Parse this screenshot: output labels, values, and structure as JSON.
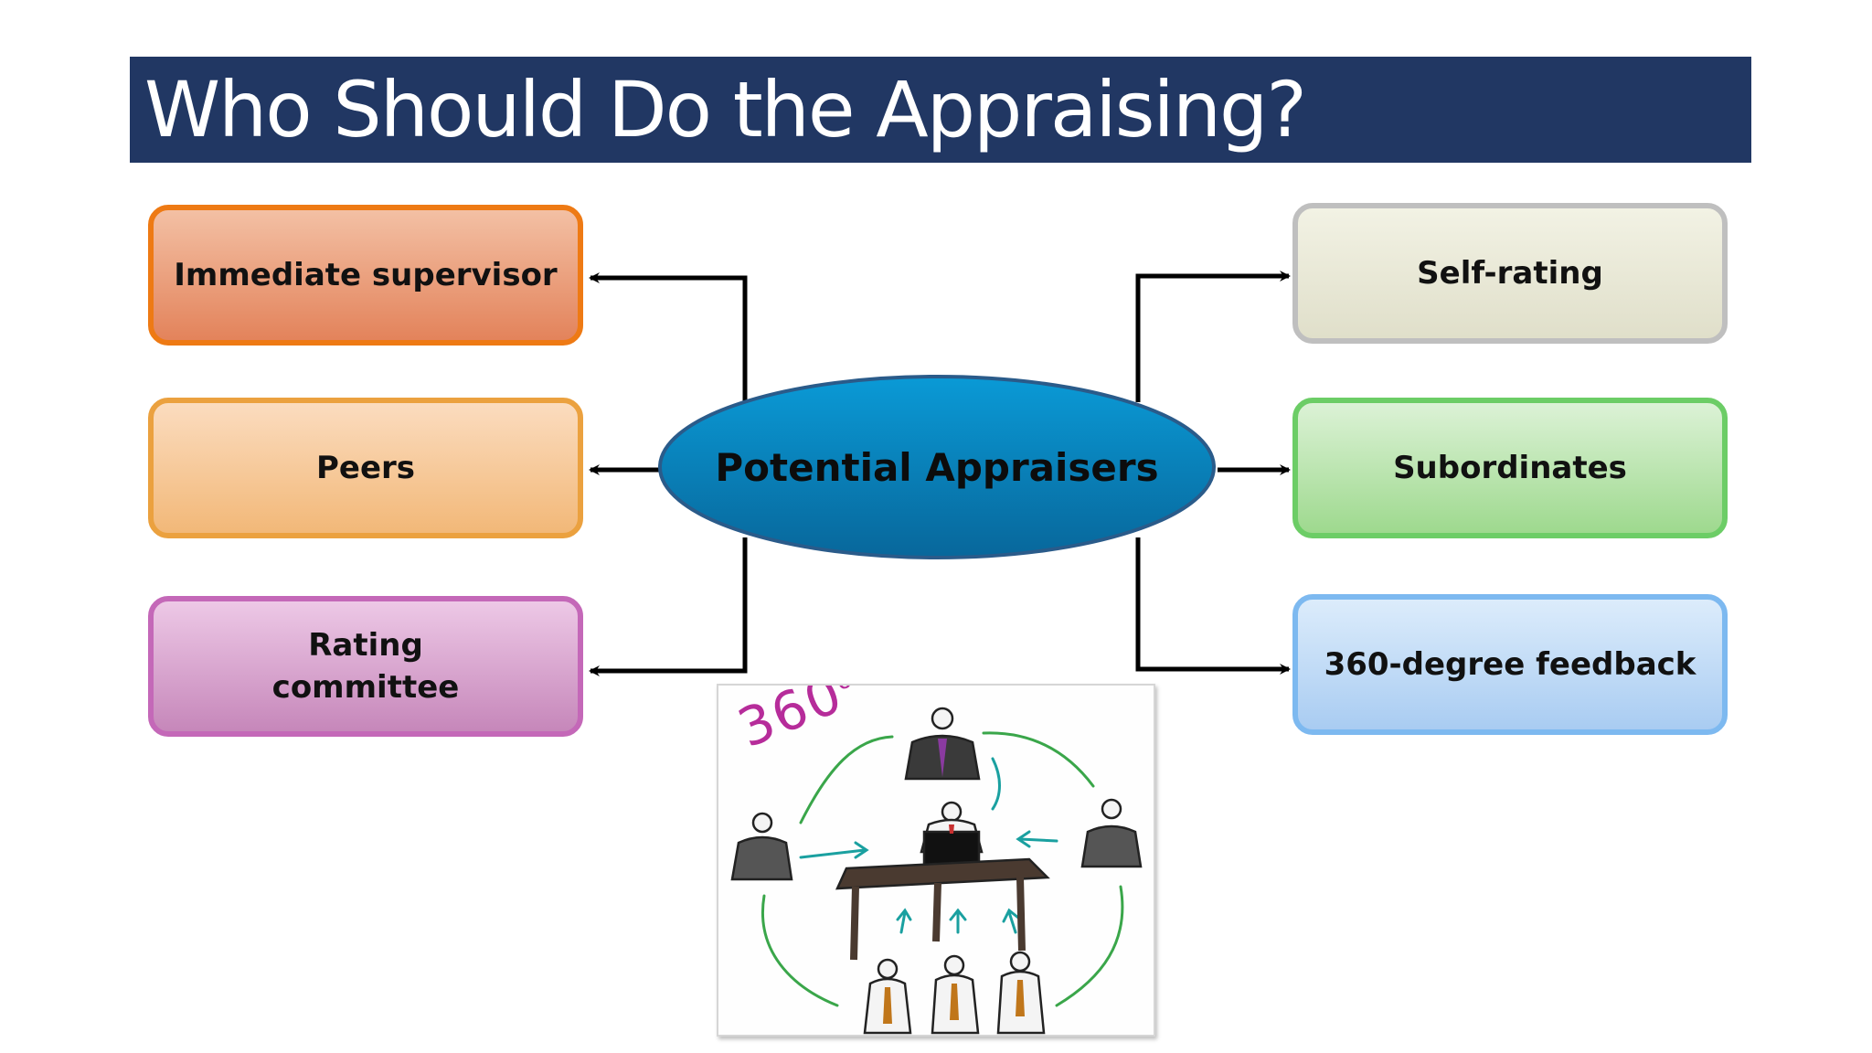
{
  "slide": {
    "title": "Who Should Do the Appraising?"
  },
  "center": {
    "label": "Potential Appraisers"
  },
  "left_boxes": [
    {
      "label": "Immediate supervisor"
    },
    {
      "label": "Peers"
    },
    {
      "label": "Rating committee"
    }
  ],
  "right_boxes": [
    {
      "label": "Self-rating"
    },
    {
      "label": "Subordinates"
    },
    {
      "label": "360-degree feedback"
    }
  ],
  "illustration": {
    "label": "360",
    "degree_symbol": "o"
  },
  "colors": {
    "title_bar": "#213763",
    "ellipse": "#0a7db8",
    "supervisor_border": "#ee7a14",
    "peers_border": "#eba13f",
    "committee_border": "#c468b8",
    "self_border": "#bfbfbf",
    "subordinates_border": "#6ccd66",
    "feedback_border": "#7db9f0"
  }
}
